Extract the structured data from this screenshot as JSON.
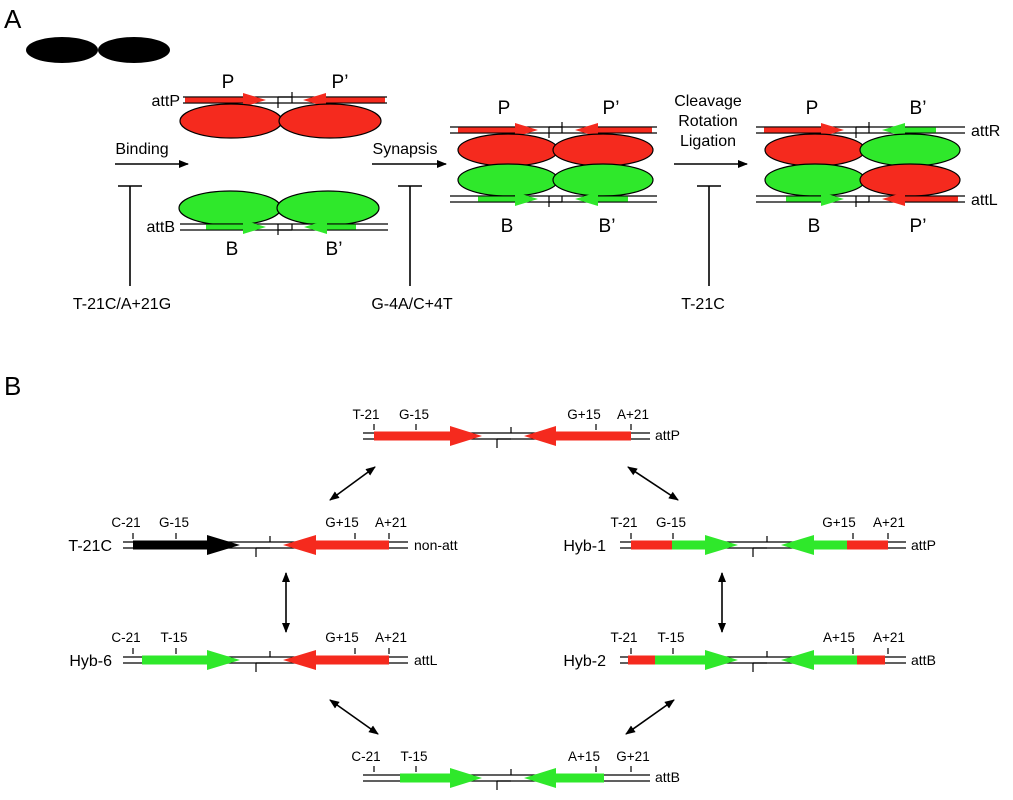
{
  "panels": {
    "a": "A",
    "b": "B"
  },
  "colors": {
    "red": "#f52a1e",
    "green": "#2fe82b",
    "black": "#000000"
  },
  "panel_a": {
    "left": {
      "attp": "attP",
      "attb": "attB",
      "p": "P",
      "p_prime": "P’",
      "b": "B",
      "b_prime": "B’"
    },
    "binding": "Binding",
    "mid": {
      "p": "P",
      "p_prime": "P’",
      "b": "B",
      "b_prime": "B’"
    },
    "synapsis": "Synapsis",
    "steps": [
      "Cleavage",
      "Rotation",
      "Ligation"
    ],
    "right": {
      "p": "P",
      "b_prime_top": "B’",
      "b": "B",
      "p_prime_bottom": "P’",
      "attr": "attR",
      "attl": "attL"
    },
    "inhibitors": [
      "T-21C/A+21G",
      "G-4A/C+4T",
      "T-21C"
    ]
  },
  "panel_b": {
    "top": {
      "name": "",
      "site": "attP",
      "ticks": [
        "T-21",
        "G-15",
        "G+15",
        "A+21"
      ]
    },
    "t21c": {
      "name": "T-21C",
      "site": "non-att",
      "ticks": [
        "C-21",
        "G-15",
        "G+15",
        "A+21"
      ]
    },
    "hyb1": {
      "name": "Hyb-1",
      "site": "attP",
      "ticks": [
        "T-21",
        "G-15",
        "G+15",
        "A+21"
      ]
    },
    "hyb6": {
      "name": "Hyb-6",
      "site": "attL",
      "ticks": [
        "C-21",
        "T-15",
        "G+15",
        "A+21"
      ]
    },
    "hyb2": {
      "name": "Hyb-2",
      "site": "attB",
      "ticks": [
        "T-21",
        "T-15",
        "A+15",
        "A+21"
      ]
    },
    "bottom": {
      "name": "",
      "site": "attB",
      "ticks": [
        "C-21",
        "T-15",
        "A+15",
        "G+21"
      ]
    }
  }
}
